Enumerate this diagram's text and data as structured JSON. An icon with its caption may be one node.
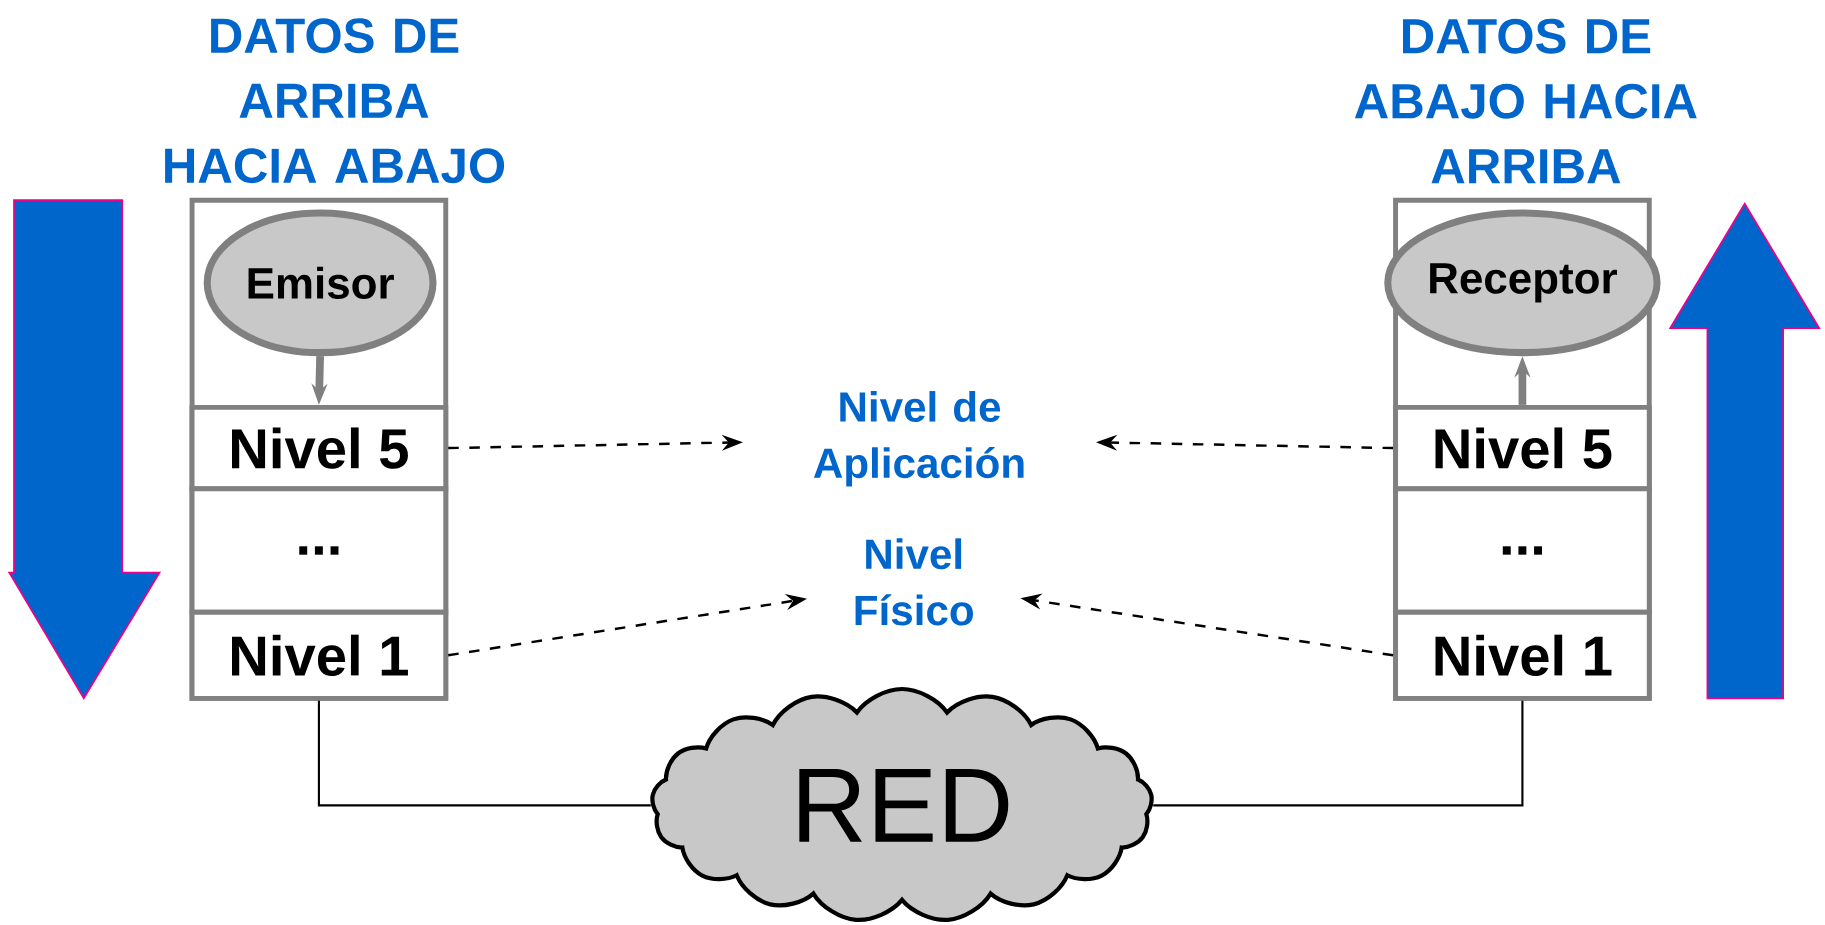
{
  "diagram": {
    "nodes": [
      {
        "text": [
          "DATOS DE ARRIBA HACIA ABAJO"
        ]
      },
      {
        "text": [
          "Emisor"
        ],
        "in": 0
      },
      {
        "text": [
          "Nivel 5"
        ],
        "in": 0
      },
      {
        "text": [
          "..."
        ],
        "in": 0
      },
      {
        "text": [
          "Nivel 1"
        ],
        "in": 0
      },
      {
        "text": [
          "DATOS DE ABAJO HACIA ARRIBA"
        ]
      },
      {
        "text": [
          "Receptor"
        ],
        "in": 5
      },
      {
        "text": [
          "Nivel 5"
        ],
        "in": 5
      },
      {
        "text": [
          "..."
        ],
        "in": 5
      },
      {
        "text": [
          "Nivel 1"
        ],
        "in": 5
      },
      {
        "text": [
          "Nivel de Aplicación"
        ]
      },
      {
        "text": [
          "Nivel Físico"
        ]
      },
      {
        "text": [
          "RED"
        ]
      }
    ],
    "edges": [
      {
        "from": 1,
        "to": 2,
        "arrow": "to",
        "style": "thick",
        "color": "#808080"
      },
      {
        "from": 7,
        "to": 6,
        "arrow": "to",
        "style": "thick",
        "color": "#808080"
      },
      {
        "from": 2,
        "to": 10,
        "arrow": "to",
        "style": "dashed"
      },
      {
        "from": 7,
        "to": 10,
        "arrow": "to",
        "style": "dashed"
      },
      {
        "from": 4,
        "to": 11,
        "arrow": "to",
        "style": "dashed"
      },
      {
        "from": 9,
        "to": 11,
        "arrow": "to",
        "style": "dashed"
      },
      {
        "from": 4,
        "to": 12,
        "arrow": "none"
      },
      {
        "from": 9,
        "to": 12,
        "arrow": "none"
      }
    ]
  }
}
